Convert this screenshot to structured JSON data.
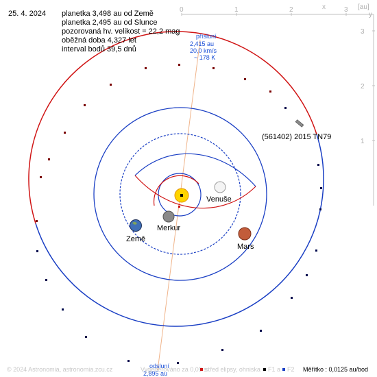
{
  "date": "25. 4. 2024",
  "info_lines": [
    "planetka 3,498 au od Země",
    "planetka 2,495 au od Slunce",
    "pozorovaná hv. velikost = 22,2 mag",
    "oběžná doba 4,327 let",
    "interval bodů 39,5 dnů"
  ],
  "perihelion": {
    "title": "přísluní",
    "dist": "2,415 au",
    "speed": "20,0 km/s",
    "temp": "~ 178 K"
  },
  "aphelion": {
    "title": "odsluní",
    "dist": "2,895 au"
  },
  "asteroid_label": "(561402) 2015 TN79",
  "planets": {
    "venus": "Venuše",
    "earth": "Země",
    "mercury": "Merkur",
    "mars": "Mars"
  },
  "axis": {
    "unit": "[au]",
    "x_label": "x",
    "y_label": "y",
    "x_ticks": [
      "0",
      "1",
      "2",
      "3"
    ],
    "y_ticks": [
      "1",
      "2",
      "3"
    ]
  },
  "footer": {
    "copyright": "© 2024 Astronomia, astronomia.zcu.cz",
    "generated": "Vygenerováno za 0,09 s",
    "legend_center": "střed elipsy, ohniska",
    "legend_f1": "F1 a",
    "legend_f2": "F2",
    "scale": "Měřítko : 0,0125 au/bod"
  },
  "colors": {
    "asteroid_orbit": "#d01414",
    "earth_orbit": "#1a3fc4",
    "apsides_line": "#f0b48a",
    "sun": "#ffd400",
    "axis": "#c0c0c0"
  }
}
